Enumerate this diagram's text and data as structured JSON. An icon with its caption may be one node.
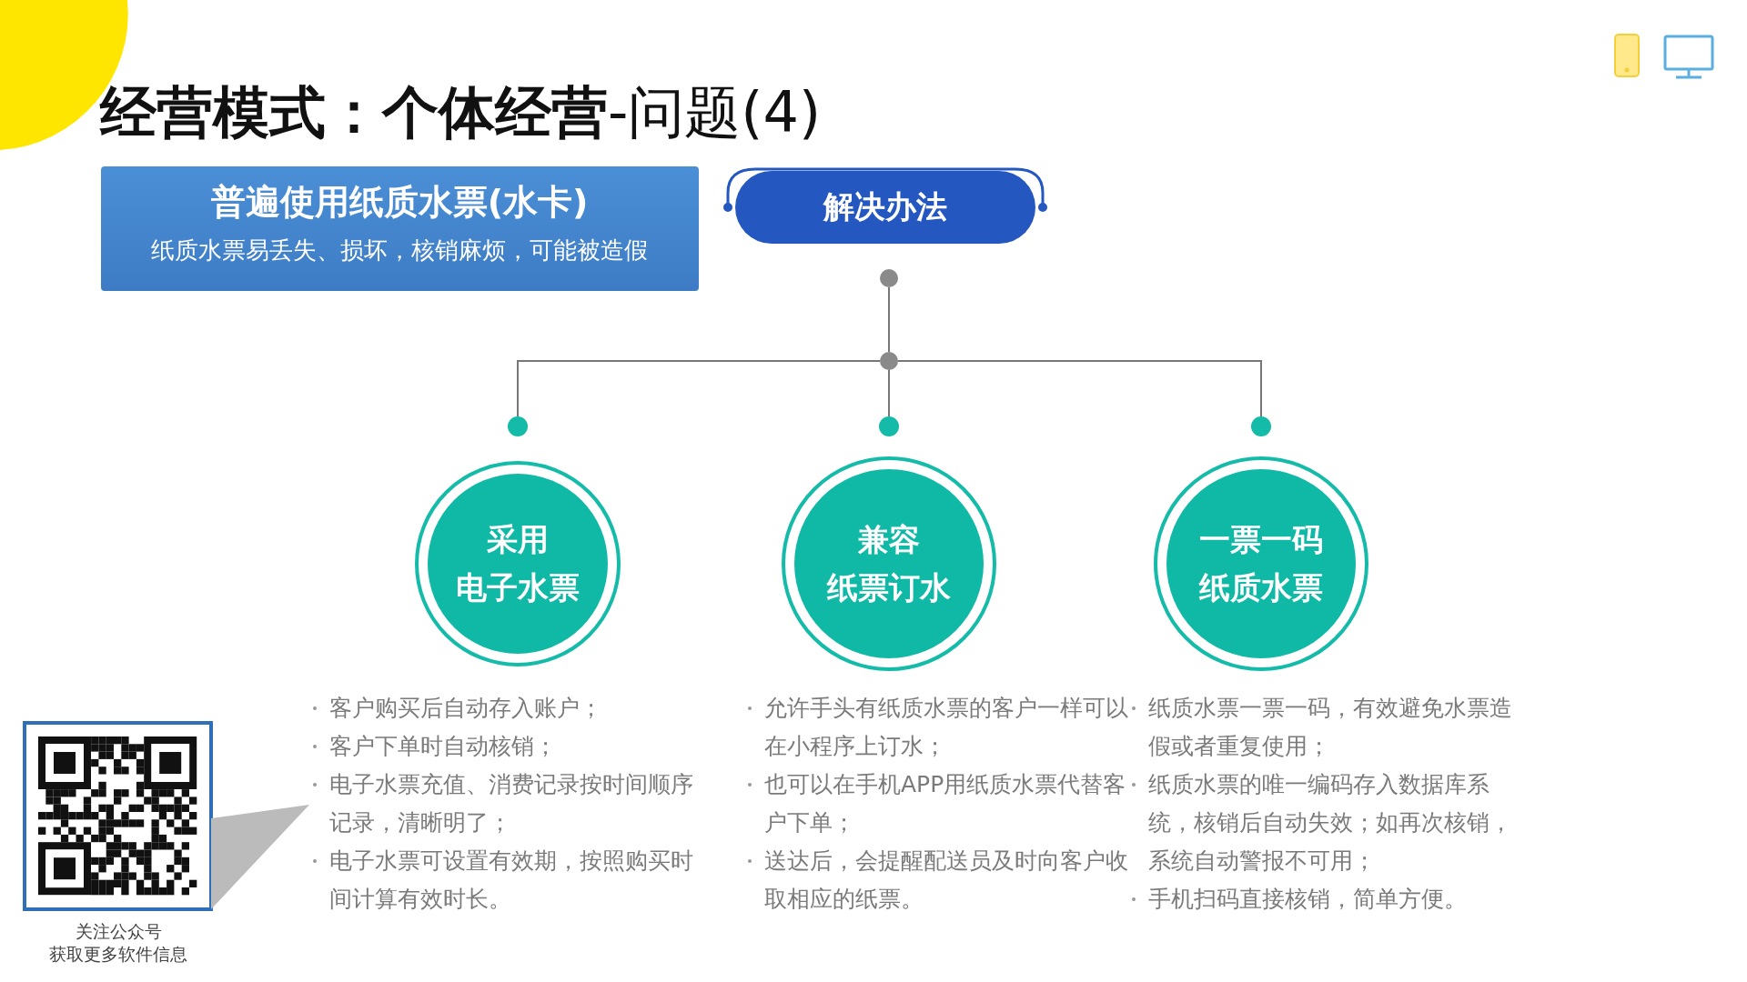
{
  "diagram": {
    "title": "**经营模式：个体经营**-问题(4)",
    "nodes": [
      {
        "text": [
          "普遍使用纸质水票(水卡)",
          "纸质水票易丢失、损坏，核销麻烦，可能被造假"
        ]
      },
      {
        "text": [
          "解决办法"
        ]
      },
      {
        "text": [],
        "shape": "circle"
      },
      {
        "text": [],
        "shape": "circle"
      },
      {
        "text": [],
        "shape": "circle"
      },
      {
        "text": [],
        "shape": "circle"
      },
      {
        "text": [],
        "shape": "circle"
      },
      {
        "text": [
          "采用",
          "电子水票"
        ],
        "beside": [
          "客户购买后自动存入账户；",
          "客户下单时自动核销；",
          "电子水票充值、消费记录按时间顺序记录，清晰明了；",
          "电子水票可设置有效期，按照购买时间计算有效时长。"
        ]
      },
      {
        "text": [
          "兼容",
          "纸票订水"
        ],
        "beside": [
          "允许手头有纸质水票的客户一样可以在小程序上订水；",
          "也可以在手机APP用纸质水票代替客户下单；",
          "送达后，会提醒配送员及时向客户收取相应的纸票。"
        ]
      },
      {
        "text": [
          "一票一码",
          "纸质水票"
        ],
        "beside": [
          "纸质水票一票一码，有效避免水票造假或者重复使用；",
          "纸质水票的唯一编码存入数据库系统，核销后自动失效；如再次核销，系统自动警报不可用；",
          "手机扫码直接核销，简单方便。"
        ]
      }
    ],
    "edges": [
      {
        "from": 2,
        "to": 3,
        "arrow": "none"
      },
      {
        "from": 3,
        "to": 4,
        "arrow": "none"
      },
      {
        "from": 3,
        "to": 5,
        "arrow": "none"
      },
      {
        "from": 3,
        "to": 6,
        "arrow": "none"
      }
    ],
    "labels": [
      "关注公众号",
      "获取更多软件信息"
    ]
  }
}
